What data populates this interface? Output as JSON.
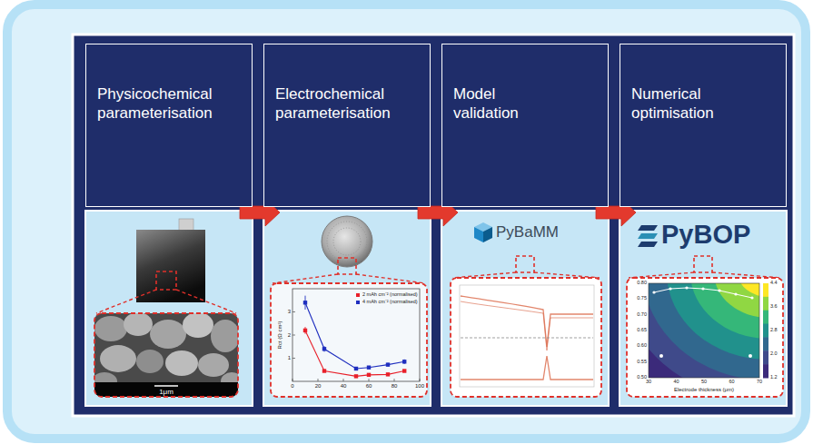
{
  "diagram": {
    "nodes": [
      {
        "text": [
          "Physicochemical parameterisation"
        ]
      },
      {
        "text": [
          "Electrochemical parameterisation"
        ]
      },
      {
        "text": [
          "Model validation"
        ]
      },
      {
        "text": [
          "Numerical optimisation"
        ]
      }
    ],
    "edges": [
      {
        "from": 0,
        "to": 1,
        "arrow": "to"
      },
      {
        "from": 1,
        "to": 2,
        "arrow": "to"
      },
      {
        "from": 2,
        "to": 3,
        "arrow": "to"
      }
    ],
    "labels": [
      "1μm",
      "Rct (Ω cm²)",
      "1",
      "2",
      "3",
      "0",
      "20",
      "40",
      "60",
      "80",
      "100",
      "PyBaMM",
      "PyBOP",
      "Electrode thickness (μm)",
      "0.80",
      "0.75",
      "0.70",
      "0.65",
      "0.60",
      "0.55",
      "0.50",
      "30",
      "40",
      "50",
      "60",
      "70",
      "4.4",
      "3.6",
      "2.8",
      "2.0",
      "1.2"
    ],
    "legend": [
      {
        "text": "2 mAh cm⁻² (normalised)",
        "color": "#e8202a"
      },
      {
        "text": "4 mAh cm⁻² (normalised)",
        "color": "#1f2fbf"
      }
    ]
  }
}
